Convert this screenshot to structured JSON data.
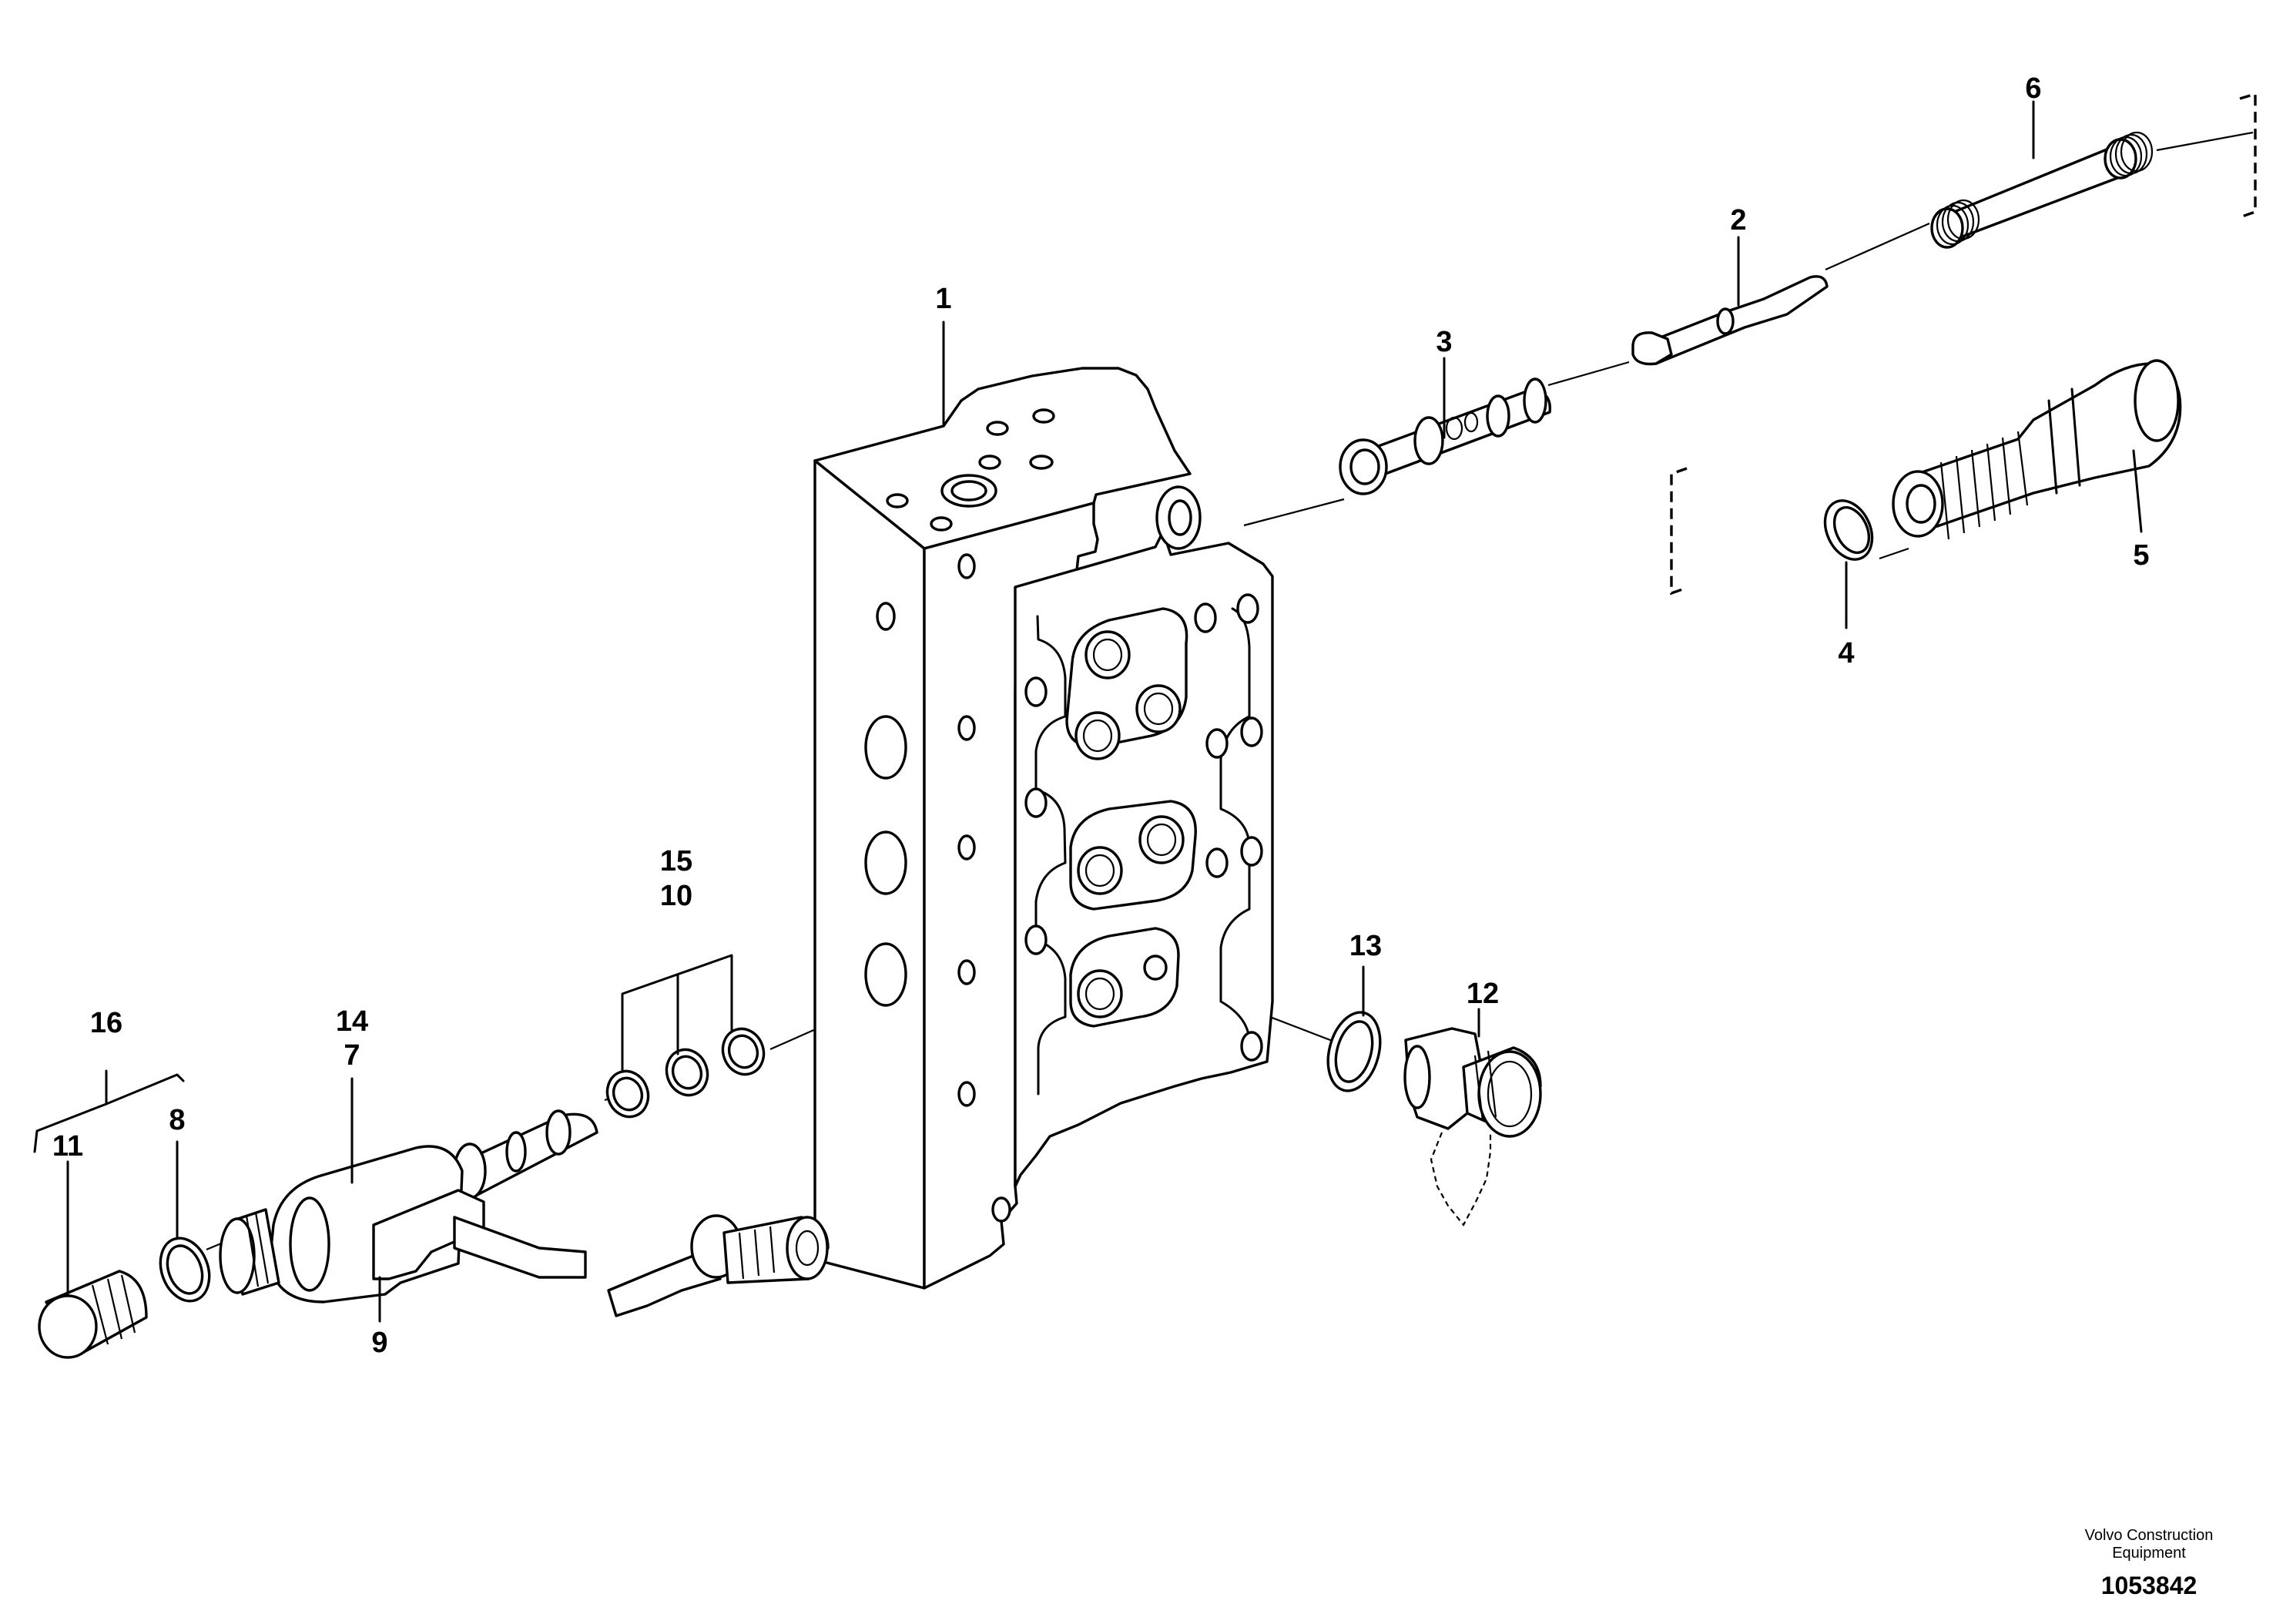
{
  "publisher_lines": [
    "Volvo Construction",
    "Equipment"
  ],
  "drawing_number": "1053842",
  "callouts": [
    "1",
    "2",
    "3",
    "4",
    "5",
    "6",
    "7",
    "8",
    "9",
    "10",
    "11",
    "12",
    "13",
    "14",
    "15",
    "16"
  ]
}
